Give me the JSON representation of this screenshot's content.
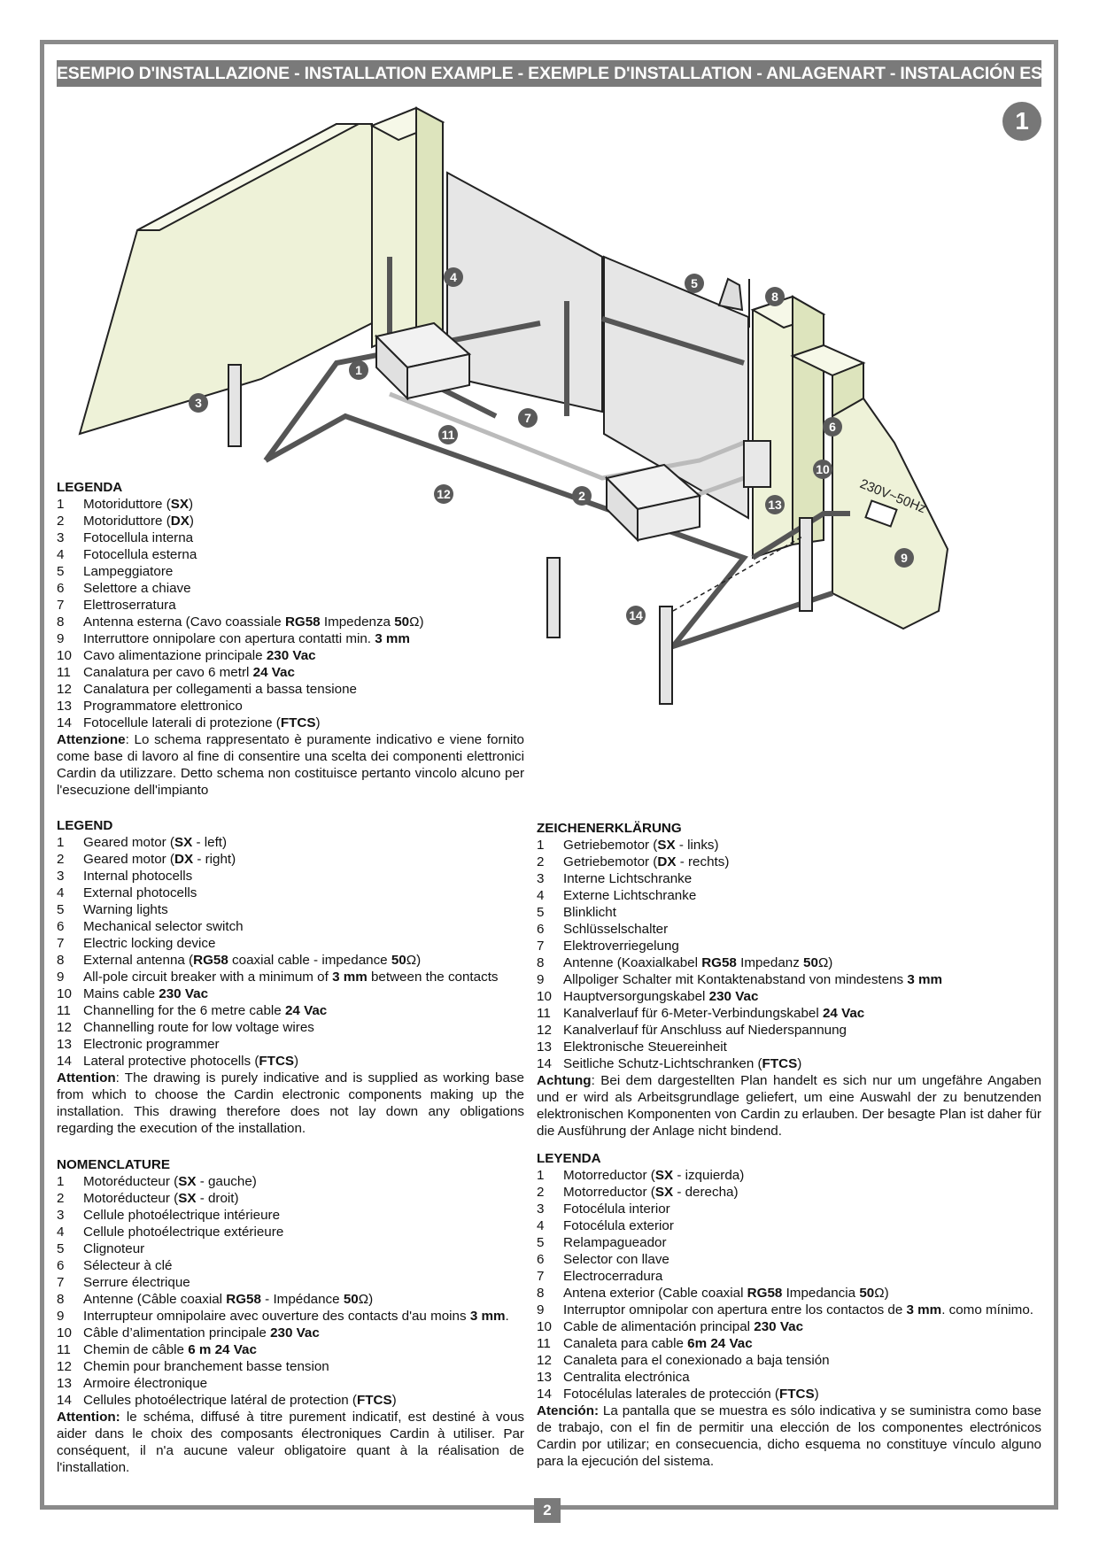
{
  "header": {
    "title": "ESEMPIO D'INSTALLAZIONE - INSTALLATION EXAMPLE - EXEMPLE D'INSTALLATION - ANLAGENART - INSTALACIÓN ESTÁNDAR"
  },
  "figure": {
    "number": "1",
    "voltage_label": "230V~50Hz"
  },
  "callouts": [
    "1",
    "2",
    "3",
    "4",
    "5",
    "6",
    "7",
    "8",
    "9",
    "10",
    "11",
    "12",
    "13",
    "14"
  ],
  "legends": {
    "it": {
      "heading": "LEGENDA",
      "items": [
        {
          "n": "1",
          "pre": "Motoriduttore (",
          "b1": "SX",
          "mid": ")",
          "b2": "",
          "post": ""
        },
        {
          "n": "2",
          "pre": "Motoriduttore (",
          "b1": "DX",
          "mid": ")",
          "b2": "",
          "post": ""
        },
        {
          "n": "3",
          "pre": "Fotocellula interna",
          "b1": "",
          "mid": "",
          "b2": "",
          "post": ""
        },
        {
          "n": "4",
          "pre": "Fotocellula esterna",
          "b1": "",
          "mid": "",
          "b2": "",
          "post": ""
        },
        {
          "n": "5",
          "pre": "Lampeggiatore",
          "b1": "",
          "mid": "",
          "b2": "",
          "post": ""
        },
        {
          "n": "6",
          "pre": "Selettore a chiave",
          "b1": "",
          "mid": "",
          "b2": "",
          "post": ""
        },
        {
          "n": "7",
          "pre": "Elettroserratura",
          "b1": "",
          "mid": "",
          "b2": "",
          "post": ""
        },
        {
          "n": "8",
          "pre": "Antenna esterna (Cavo coassiale ",
          "b1": "RG58",
          "mid": " Impedenza ",
          "b2": "50",
          "post": "Ω)"
        },
        {
          "n": "9",
          "pre": "Interruttore onnipolare con apertura contatti min. ",
          "b1": "3 mm",
          "mid": "",
          "b2": "",
          "post": ""
        },
        {
          "n": "10",
          "pre": "Cavo alimentazione principale ",
          "b1": "230 Vac",
          "mid": "",
          "b2": "",
          "post": ""
        },
        {
          "n": "11",
          "pre": "Canalatura per cavo 6 metrl ",
          "b1": "24 Vac",
          "mid": "",
          "b2": "",
          "post": ""
        },
        {
          "n": "12",
          "pre": "Canalatura per collegamenti a bassa tensione",
          "b1": "",
          "mid": "",
          "b2": "",
          "post": ""
        },
        {
          "n": "13",
          "pre": "Programmatore elettronico",
          "b1": "",
          "mid": "",
          "b2": "",
          "post": ""
        },
        {
          "n": "14",
          "pre": "Fotocellule laterali di protezione (",
          "b1": "FTCS",
          "mid": ")",
          "b2": "",
          "post": ""
        }
      ],
      "attention_label": "Attenzione",
      "attention_text": ": Lo schema rappresentato è puramente indicativo e viene fornito come base di lavoro al fine di consentire una scelta dei componenti elettronici Cardin da utilizzare. Detto schema non costituisce pertanto vincolo alcuno per l'esecuzione dell'impianto"
    },
    "en": {
      "heading": "LEGEND",
      "items": [
        {
          "n": "1",
          "pre": "Geared motor (",
          "b1": "SX",
          "mid": " - left)",
          "b2": "",
          "post": ""
        },
        {
          "n": "2",
          "pre": "Geared motor (",
          "b1": "DX",
          "mid": " - right)",
          "b2": "",
          "post": ""
        },
        {
          "n": "3",
          "pre": "Internal photocells",
          "b1": "",
          "mid": "",
          "b2": "",
          "post": ""
        },
        {
          "n": "4",
          "pre": "External photocells",
          "b1": "",
          "mid": "",
          "b2": "",
          "post": ""
        },
        {
          "n": "5",
          "pre": "Warning lights",
          "b1": "",
          "mid": "",
          "b2": "",
          "post": ""
        },
        {
          "n": "6",
          "pre": "Mechanical selector switch",
          "b1": "",
          "mid": "",
          "b2": "",
          "post": ""
        },
        {
          "n": "7",
          "pre": "Electric locking device",
          "b1": "",
          "mid": "",
          "b2": "",
          "post": ""
        },
        {
          "n": "8",
          "pre": "External antenna (",
          "b1": "RG58",
          "mid": " coaxial cable - impedance ",
          "b2": "50",
          "post": "Ω)"
        },
        {
          "n": "9",
          "pre": "All-pole circuit breaker with a minimum of ",
          "b1": "3 mm",
          "mid": " between the contacts",
          "b2": "",
          "post": ""
        },
        {
          "n": "10",
          "pre": "Mains cable ",
          "b1": "230 Vac",
          "mid": "",
          "b2": "",
          "post": ""
        },
        {
          "n": "11",
          "pre": "Channelling for the 6 metre cable ",
          "b1": "24 Vac",
          "mid": "",
          "b2": "",
          "post": ""
        },
        {
          "n": "12",
          "pre": "Channelling route for low voltage wires",
          "b1": "",
          "mid": "",
          "b2": "",
          "post": ""
        },
        {
          "n": "13",
          "pre": "Electronic programmer",
          "b1": "",
          "mid": "",
          "b2": "",
          "post": ""
        },
        {
          "n": "14",
          "pre": "Lateral protective photocells (",
          "b1": "FTCS",
          "mid": ")",
          "b2": "",
          "post": ""
        }
      ],
      "attention_label": "Attention",
      "attention_text": ": The drawing is purely indicative and is supplied as working base from which to choose the Cardin electronic components making up the installation. This drawing therefore does not lay down any obligations regarding the execution of the installation."
    },
    "fr": {
      "heading": "NOMENCLATURE",
      "items": [
        {
          "n": "1",
          "pre": "Motoréducteur (",
          "b1": "SX",
          "mid": " - gauche)",
          "b2": "",
          "post": ""
        },
        {
          "n": "2",
          "pre": "Motoréducteur (",
          "b1": "SX",
          "mid": " - droit)",
          "b2": "",
          "post": ""
        },
        {
          "n": "3",
          "pre": "Cellule photoélectrique intérieure",
          "b1": "",
          "mid": "",
          "b2": "",
          "post": ""
        },
        {
          "n": "4",
          "pre": "Cellule photoélectrique extérieure",
          "b1": "",
          "mid": "",
          "b2": "",
          "post": ""
        },
        {
          "n": "5",
          "pre": "Clignoteur",
          "b1": "",
          "mid": "",
          "b2": "",
          "post": ""
        },
        {
          "n": "6",
          "pre": "Sélecteur à clé",
          "b1": "",
          "mid": "",
          "b2": "",
          "post": ""
        },
        {
          "n": "7",
          "pre": "Serrure électrique",
          "b1": "",
          "mid": "",
          "b2": "",
          "post": ""
        },
        {
          "n": "8",
          "pre": "Antenne (Câble coaxial ",
          "b1": "RG58",
          "mid": " - Impédance ",
          "b2": "50",
          "post": "Ω)"
        },
        {
          "n": "9",
          "pre": "Interrupteur omnipolaire avec ouverture des contacts d'au moins ",
          "b1": "3 mm",
          "mid": ".",
          "b2": "",
          "post": ""
        },
        {
          "n": "10",
          "pre": "Câble d’alimentation principale ",
          "b1": "230 Vac",
          "mid": "",
          "b2": "",
          "post": ""
        },
        {
          "n": "11",
          "pre": "Chemin de câble ",
          "b1": "6 m 24 Vac",
          "mid": "",
          "b2": "",
          "post": ""
        },
        {
          "n": "12",
          "pre": "Chemin pour branchement basse tension",
          "b1": "",
          "mid": "",
          "b2": "",
          "post": ""
        },
        {
          "n": "13",
          "pre": "Armoire électronique",
          "b1": "",
          "mid": "",
          "b2": "",
          "post": ""
        },
        {
          "n": "14",
          "pre": "Cellules photoélectrique latéral de protection (",
          "b1": "FTCS",
          "mid": ")",
          "b2": "",
          "post": ""
        }
      ],
      "attention_label": "Attention:",
      "attention_text": " le schéma, diffusé à titre purement indicatif, est destiné à vous aider dans le choix des composants électroniques Cardin à utiliser. Par conséquent, il n'a aucune valeur obligatoire quant à la réalisation de l'installation."
    },
    "de": {
      "heading": "ZEICHENERKLÄRUNG",
      "items": [
        {
          "n": "1",
          "pre": "Getriebemotor (",
          "b1": "SX",
          "mid": " - links)",
          "b2": "",
          "post": ""
        },
        {
          "n": "2",
          "pre": "Getriebemotor (",
          "b1": "DX",
          "mid": " - rechts)",
          "b2": "",
          "post": ""
        },
        {
          "n": "3",
          "pre": "Interne Lichtschranke",
          "b1": "",
          "mid": "",
          "b2": "",
          "post": ""
        },
        {
          "n": "4",
          "pre": "Externe Lichtschranke",
          "b1": "",
          "mid": "",
          "b2": "",
          "post": ""
        },
        {
          "n": "5",
          "pre": "Blinklicht",
          "b1": "",
          "mid": "",
          "b2": "",
          "post": ""
        },
        {
          "n": "6",
          "pre": "Schlüsselschalter",
          "b1": "",
          "mid": "",
          "b2": "",
          "post": ""
        },
        {
          "n": "7",
          "pre": "Elektroverriegelung",
          "b1": "",
          "mid": "",
          "b2": "",
          "post": ""
        },
        {
          "n": "8",
          "pre": "Antenne (Koaxialkabel ",
          "b1": "RG58",
          "mid": " Impedanz ",
          "b2": "50",
          "post": "Ω)"
        },
        {
          "n": "9",
          "pre": "Allpoliger Schalter mit Kontaktenabstand von mindestens ",
          "b1": "3 mm",
          "mid": "",
          "b2": "",
          "post": ""
        },
        {
          "n": "10",
          "pre": "Hauptversorgungskabel ",
          "b1": "230 Vac",
          "mid": "",
          "b2": "",
          "post": ""
        },
        {
          "n": "11",
          "pre": "Kanalverlauf für 6-Meter-Verbindungskabel ",
          "b1": "24 Vac",
          "mid": "",
          "b2": "",
          "post": ""
        },
        {
          "n": "12",
          "pre": "Kanalverlauf für Anschluss auf Niederspannung",
          "b1": "",
          "mid": "",
          "b2": "",
          "post": ""
        },
        {
          "n": "13",
          "pre": "Elektronische Steuereinheit",
          "b1": "",
          "mid": "",
          "b2": "",
          "post": ""
        },
        {
          "n": "14",
          "pre": "Seitliche Schutz-Lichtschranken (",
          "b1": "FTCS",
          "mid": ")",
          "b2": "",
          "post": ""
        }
      ],
      "attention_label": "Achtung",
      "attention_text": ": Bei dem dargestellten Plan handelt es sich nur um ungefähre Angaben und er wird als Arbeitsgrundlage geliefert, um eine Auswahl der zu benutzenden elektronischen Komponenten von Cardin zu erlauben. Der besagte Plan ist daher für die Ausführung der Anlage nicht bindend."
    },
    "es": {
      "heading": "LEYENDA",
      "items": [
        {
          "n": "1",
          "pre": "Motorreductor (",
          "b1": "SX",
          "mid": " - izquierda)",
          "b2": "",
          "post": ""
        },
        {
          "n": "2",
          "pre": "Motorreductor (",
          "b1": "SX",
          "mid": " - derecha)",
          "b2": "",
          "post": ""
        },
        {
          "n": "3",
          "pre": "Fotocélula interior",
          "b1": "",
          "mid": "",
          "b2": "",
          "post": ""
        },
        {
          "n": "4",
          "pre": "Fotocélula exterior",
          "b1": "",
          "mid": "",
          "b2": "",
          "post": ""
        },
        {
          "n": "5",
          "pre": "Relampagueador",
          "b1": "",
          "mid": "",
          "b2": "",
          "post": ""
        },
        {
          "n": "6",
          "pre": "Selector con llave",
          "b1": "",
          "mid": "",
          "b2": "",
          "post": ""
        },
        {
          "n": "7",
          "pre": "Electrocerradura",
          "b1": "",
          "mid": "",
          "b2": "",
          "post": ""
        },
        {
          "n": "8",
          "pre": "Antena exterior (Cable coaxial ",
          "b1": "RG58",
          "mid": " Impedancia ",
          "b2": "50",
          "post": "Ω)"
        },
        {
          "n": "9",
          "pre": "Interruptor omnipolar con apertura entre los contactos de ",
          "b1": "3 mm",
          "mid": ". como mínimo.",
          "b2": "",
          "post": ""
        },
        {
          "n": "10",
          "pre": "Cable de alimentación principal ",
          "b1": "230 Vac",
          "mid": "",
          "b2": "",
          "post": ""
        },
        {
          "n": "11",
          "pre": "Canaleta para cable ",
          "b1": "6m 24 Vac",
          "mid": "",
          "b2": "",
          "post": ""
        },
        {
          "n": "12",
          "pre": "Canaleta para el conexionado a baja tensión",
          "b1": "",
          "mid": "",
          "b2": "",
          "post": ""
        },
        {
          "n": "13",
          "pre": "Centralita electrónica",
          "b1": "",
          "mid": "",
          "b2": "",
          "post": ""
        },
        {
          "n": "14",
          "pre": "Fotocélulas laterales de protección (",
          "b1": "FTCS",
          "mid": ")",
          "b2": "",
          "post": ""
        }
      ],
      "attention_label": "Atención:",
      "attention_text": " La pantalla que se muestra es sólo indicativa y se suministra como base de trabajo, con el fin de permitir una elección de los componentes electrónicos Cardin por utilizar; en consecuencia, dicho esquema no constituye vínculo alguno para la ejecución del sistema."
    }
  },
  "page": {
    "number": "2"
  }
}
